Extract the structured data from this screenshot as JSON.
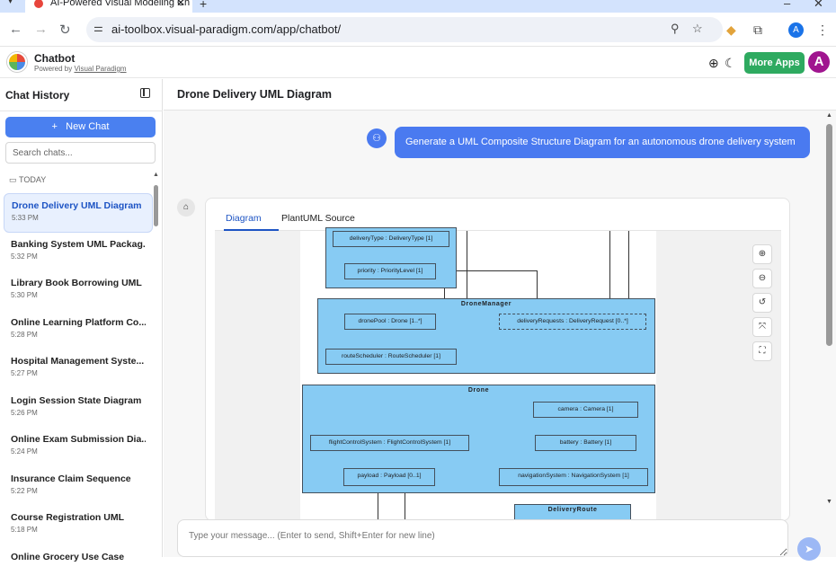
{
  "browser": {
    "tab_title": "AI-Powered Visual Modeling Ch",
    "url": "ai-toolbox.visual-paradigm.com/app/chatbot/",
    "profile_letter": "A"
  },
  "app": {
    "name": "Chatbot",
    "powered_prefix": "Powered by ",
    "powered_link": "Visual Paradigm",
    "more_apps": "More Apps",
    "avatar_letter": "A"
  },
  "sidebar": {
    "title": "Chat History",
    "new_chat": "New Chat",
    "search_placeholder": "Search chats...",
    "group_label": "TODAY",
    "items": [
      {
        "title": "Drone Delivery UML Diagram",
        "time": "5:33 PM"
      },
      {
        "title": "Banking System UML Packag...",
        "time": "5:32 PM"
      },
      {
        "title": "Library Book Borrowing UML",
        "time": "5:30 PM"
      },
      {
        "title": "Online Learning Platform Co...",
        "time": "5:28 PM"
      },
      {
        "title": "Hospital Management Syste...",
        "time": "5:27 PM"
      },
      {
        "title": "Login Session State Diagram",
        "time": "5:26 PM"
      },
      {
        "title": "Online Exam Submission Dia...",
        "time": "5:24 PM"
      },
      {
        "title": "Insurance Claim Sequence",
        "time": "5:22 PM"
      },
      {
        "title": "Course Registration UML",
        "time": "5:18 PM"
      },
      {
        "title": "Online Grocery Use Case",
        "time": ""
      }
    ]
  },
  "main": {
    "title": "Drone Delivery UML Diagram",
    "user_message": "Generate a UML Composite Structure Diagram for an autonomous drone delivery system",
    "tabs": {
      "diagram": "Diagram",
      "source": "PlantUML Source"
    },
    "input_placeholder": "Type your message... (Enter to send, Shift+Enter for new line)"
  },
  "diagram": {
    "top_parts": [
      "deliveryType : DeliveryType [1]",
      "priority : PriorityLevel [1]"
    ],
    "drone_manager": {
      "title": "DroneManager",
      "parts": [
        "dronePool : Drone [1..*]",
        "deliveryRequests : DeliveryRequest [0..*]",
        "routeScheduler : RouteScheduler [1]"
      ]
    },
    "drone": {
      "title": "Drone",
      "parts": [
        "camera : Camera [1]",
        "flightControlSystem : FlightControlSystem [1]",
        "battery : Battery [1]",
        "payload : Payload [0..1]",
        "navigationSystem : NavigationSystem [1]"
      ]
    },
    "bottom_title": "DeliveryRoute"
  }
}
